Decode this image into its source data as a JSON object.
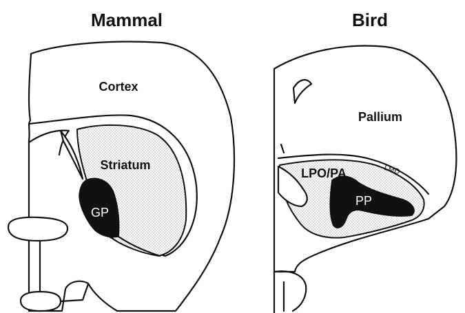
{
  "panels": {
    "mammal": {
      "title": "Mammal",
      "labels": {
        "cortex": "Cortex",
        "striatum": "Striatum",
        "gp": "GP"
      }
    },
    "bird": {
      "title": "Bird",
      "labels": {
        "pallium": "Pallium",
        "lpo_pa": "LPO/PA",
        "lmd": "LMD",
        "pp": "PP"
      }
    }
  },
  "colors": {
    "ink": "#111111",
    "background": "#ffffff",
    "stipple": "#555555"
  }
}
